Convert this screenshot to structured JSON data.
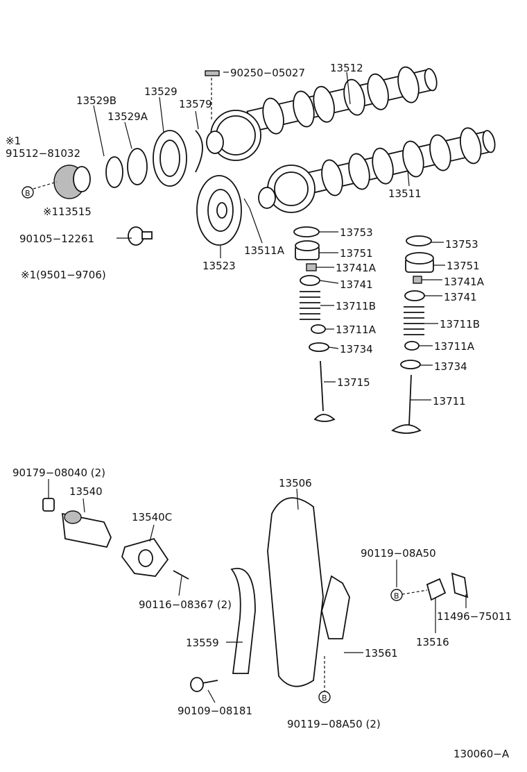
{
  "labels": {
    "p90250_05027": "90250−05027",
    "p13512": "13512",
    "p13529B": "13529B",
    "p13529": "13529",
    "p13579": "13579",
    "p13529A": "13529A",
    "p_note1": "※1",
    "p91512_81032": "91512−81032",
    "p_113515": "※113515",
    "p90105_12261": "90105−12261",
    "p_note_range": "※1(9501−9706)",
    "p13511": "13511",
    "p13523": "13523",
    "p13511A": "13511A",
    "p13753_l": "13753",
    "p13751_l": "13751",
    "p13741A_l": "13741A",
    "p13741_l": "13741",
    "p13711B_l": "13711B",
    "p13711A_l": "13711A",
    "p13734_l": "13734",
    "p13715": "13715",
    "p13753_r": "13753",
    "p13751_r": "13751",
    "p13741A_r": "13741A",
    "p13741_r": "13741",
    "p13711B_r": "13711B",
    "p13711A_r": "13711A",
    "p13734_r": "13734",
    "p13711": "13711",
    "p90179_08040": "90179−08040 (2)",
    "p13540": "13540",
    "p13540C": "13540C",
    "p13506": "13506",
    "p90119_08A50": "90119−08A50",
    "p90116_08367": "90116−08367 (2)",
    "p11496_75011": "11496−75011",
    "p13516": "13516",
    "p13559": "13559",
    "p13561": "13561",
    "p90109_08181": "90109−08181",
    "p90119_08A50_2": "90119−08A50 (2)",
    "footer_code": "130060−A",
    "marker_b": "B"
  }
}
